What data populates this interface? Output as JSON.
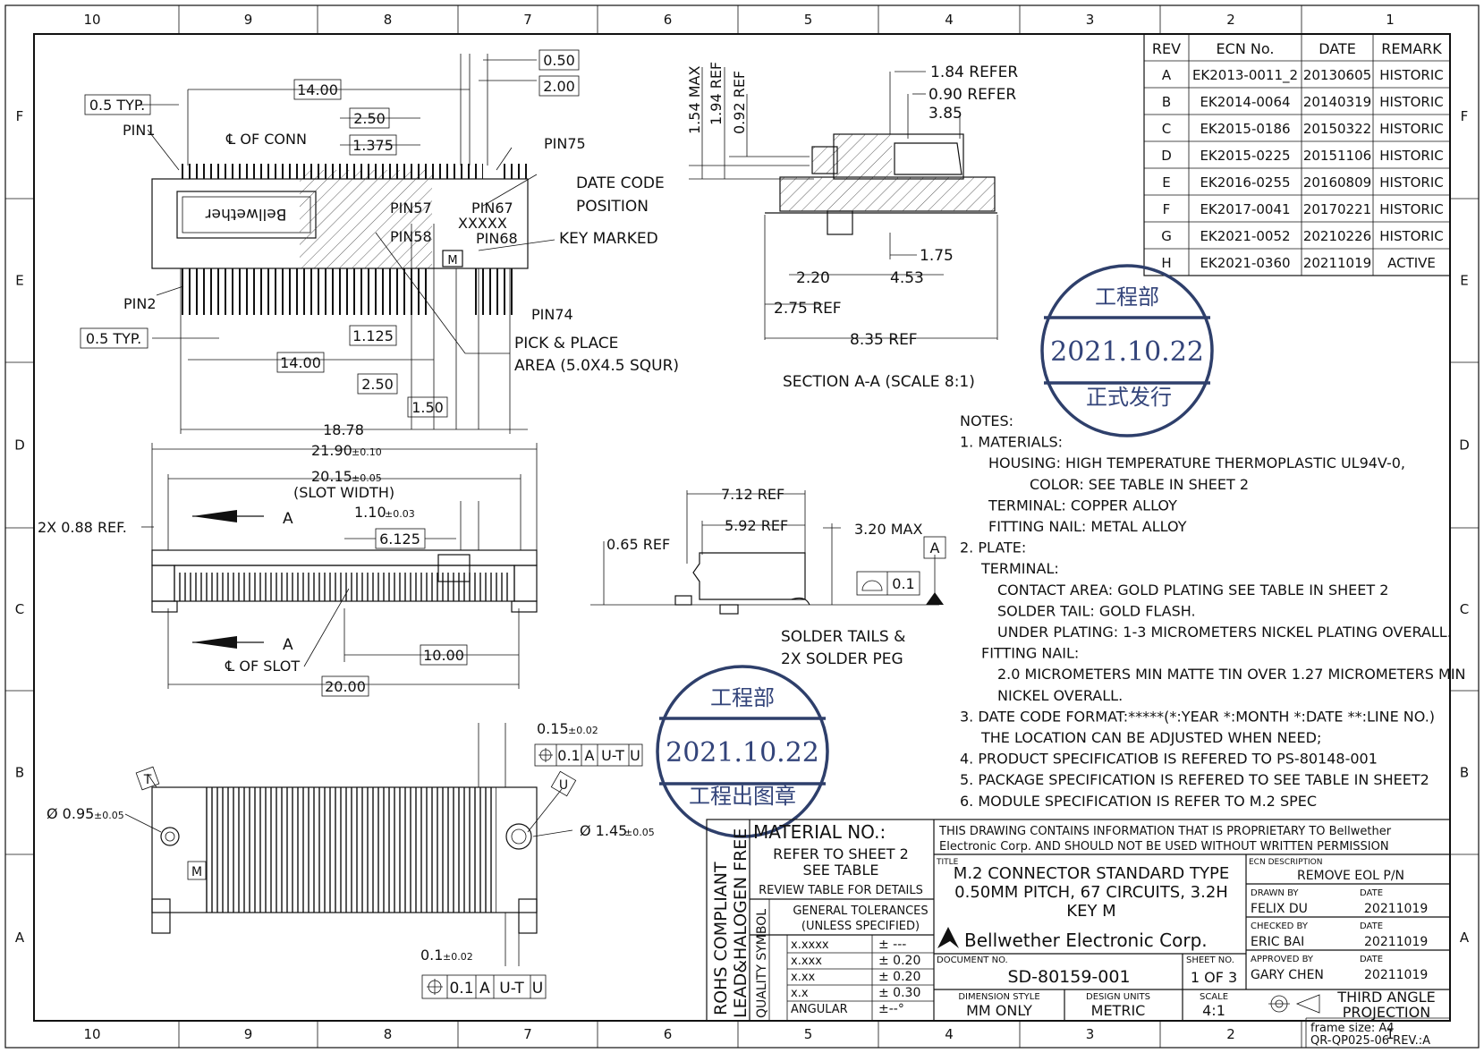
{
  "frame": {
    "col_labels": [
      "10",
      "9",
      "8",
      "7",
      "6",
      "5",
      "4",
      "3",
      "2",
      "1"
    ],
    "row_labels": [
      "F",
      "E",
      "D",
      "C",
      "B",
      "A"
    ]
  },
  "revisions": {
    "headers": [
      "REV",
      "ECN No.",
      "DATE",
      "REMARK"
    ],
    "rows": [
      [
        "A",
        "EK2013-0011_2",
        "20130605",
        "HISTORIC"
      ],
      [
        "B",
        "EK2014-0064",
        "20140319",
        "HISTORIC"
      ],
      [
        "C",
        "EK2015-0186",
        "20150322",
        "HISTORIC"
      ],
      [
        "D",
        "EK2015-0225",
        "20151106",
        "HISTORIC"
      ],
      [
        "E",
        "EK2016-0255",
        "20160809",
        "HISTORIC"
      ],
      [
        "F",
        "EK2017-0041",
        "20170221",
        "HISTORIC"
      ],
      [
        "G",
        "EK2021-0052",
        "20210226",
        "HISTORIC"
      ],
      [
        "H",
        "EK2021-0360",
        "20211019",
        "ACTIVE"
      ]
    ]
  },
  "stamps": [
    {
      "top": "工程部",
      "date": "2021.10.22",
      "bottom": "正式发行"
    },
    {
      "top": "工程部",
      "date": "2021.10.22",
      "bottom": "工程出图章"
    }
  ],
  "top_view": {
    "labels": {
      "typ1": "0.5 TYP.",
      "pin1": "PIN1",
      "c_conn": "℄ OF CONN",
      "d14": "14.00",
      "d250": "2.50",
      "d1375": "1.375",
      "d050": "0.50",
      "d200": "2.00",
      "pin75": "PIN75",
      "date_code1": "DATE CODE",
      "date_code2": "POSITION",
      "pin57": "PIN57",
      "pin67": "PIN67",
      "xxxxx": "XXXXX",
      "pin58": "PIN58",
      "pin68": "PIN68",
      "key_marked": "KEY MARKED",
      "pin2": "PIN2",
      "pin74": "PIN74",
      "typ2": "0.5 TYP.",
      "d1125": "1.125",
      "pick1": "PICK & PLACE",
      "pick2": "AREA (5.0X4.5 SQUR)",
      "d14b": "14.00",
      "d250b": "2.50",
      "d150": "1.50",
      "d1878": "18.78",
      "brand": "Bellwether"
    }
  },
  "section": {
    "labels": {
      "d154": "1.54 MAX",
      "d194": "1.94 REF",
      "d092": "0.92 REF",
      "d184": "1.84 REFER",
      "d090": "0.90 REFER",
      "d385": "3.85",
      "d175": "1.75",
      "d220": "2.20",
      "d453": "4.53",
      "d275": "2.75 REF",
      "d835": "8.35 REF",
      "caption": "SECTION A-A (SCALE 8:1)"
    }
  },
  "front_view": {
    "labels": {
      "d2190": "21.90",
      "tol010": "±0.10",
      "d2015": "20.15",
      "tol005": "±0.05",
      "slot": "(SLOT WIDTH)",
      "d088": "2X 0.88 REF.",
      "a1": "A",
      "d110": "1.10",
      "tol003": "±0.03",
      "d6125": "6.125",
      "a2": "A",
      "c_slot": "℄ OF SLOT",
      "d1000": "10.00",
      "d2000": "20.00"
    }
  },
  "side_view": {
    "labels": {
      "d712": "7.12 REF",
      "d592": "5.92 REF",
      "d065": "0.65 REF",
      "d320": "3.20 MAX",
      "datum_a": "A",
      "flat": "0.1",
      "tails1": "SOLDER TAILS &",
      "tails2": "2X SOLDER PEG"
    }
  },
  "bottom_view": {
    "labels": {
      "d015": "0.15",
      "tol002": "±0.02",
      "fcf1": [
        "0.1",
        "A",
        "U-T",
        "U"
      ],
      "t": "T",
      "u": "U",
      "d095": "Ø 0.95",
      "tol005": "±0.05",
      "d145": "Ø 1.45",
      "tol005b": "±0.05",
      "m": "M",
      "d01": "0.1",
      "tol002b": "±0.02",
      "fcf2": [
        "0.1",
        "A",
        "U-T",
        "U"
      ]
    }
  },
  "notes": [
    "NOTES:",
    "1. MATERIALS:",
    "HOUSING: HIGH TEMPERATURE THERMOPLASTIC UL94V-0,",
    "COLOR: SEE TABLE IN SHEET 2",
    "TERMINAL: COPPER ALLOY",
    "FITTING NAIL: METAL ALLOY",
    "2. PLATE:",
    "TERMINAL:",
    "CONTACT AREA: GOLD PLATING SEE TABLE IN SHEET 2",
    "SOLDER TAIL: GOLD FLASH.",
    "UNDER PLATING: 1-3 MICROMETERS NICKEL PLATING OVERALL.",
    "FITTING NAIL:",
    "2.0 MICROMETERS MIN MATTE TIN OVER 1.27 MICROMETERS MIN",
    "NICKEL OVERALL.",
    "3. DATE CODE FORMAT:*****(*:YEAR *:MONTH *:DATE **:LINE NO.)",
    "THE LOCATION CAN BE ADJUSTED WHEN NEED;",
    "4. PRODUCT SPECIFICATIOB IS REFERED TO PS-80148-001",
    "5. PACKAGE SPECIFICATION IS REFERED TO SEE TABLE IN SHEET2",
    "6. MODULE SPECIFICATION IS REFER TO M.2 SPEC"
  ],
  "title_block": {
    "rohs": "ROHS COMPLIANT",
    "halogen": "LEAD&HALOGEN FREE",
    "quality": "QUALITY SYMBOL",
    "material": "MATERIAL NO.:",
    "refer": "REFER TO SHEET 2",
    "see_table": "SEE TABLE",
    "review": "REVIEW TABLE FOR DETAILS",
    "gen_tol": "GENERAL TOLERANCES",
    "unless": "(UNLESS SPECIFIED)",
    "tolerances": [
      [
        "x.xxxx",
        "± ---"
      ],
      [
        "x.xxx",
        "± 0.20"
      ],
      [
        "x.xx",
        "± 0.20"
      ],
      [
        "x.x",
        "± 0.30"
      ],
      [
        "ANGULAR",
        "±--°"
      ]
    ],
    "proprietary1": "THIS DRAWING CONTAINS INFORMATION THAT IS PROPRIETARY TO Bellwether",
    "proprietary2": "Electronic Corp. AND SHOULD NOT BE USED WITHOUT WRITTEN PERMISSION",
    "title_label": "TITLE",
    "title1": "M.2 CONNECTOR STANDARD TYPE",
    "title2": "0.50MM PITCH, 67 CIRCUITS, 3.2H",
    "title3": "KEY M",
    "company": "Bellwether Electronic Corp.",
    "ecn_label": "ECN DESCRIPTION",
    "ecn_desc": "REMOVE EOL P/N",
    "drawn_label": "DRAWN BY",
    "drawn": "FELIX DU",
    "checked_label": "CHECKED BY",
    "checked": "ERIC BAI",
    "approved_label": "APPROVED BY",
    "approved": "GARY CHEN",
    "date_label": "DATE",
    "date1": "20211019",
    "date2": "20211019",
    "date3": "20211019",
    "doc_label": "DOCUMENT NO.",
    "doc": "SD-80159-001",
    "sheet_label": "SHEET NO.",
    "sheet": "1 OF 3",
    "dim_label": "DIMENSION STYLE",
    "dim": "MM ONLY",
    "units_label": "DESIGN UNITS",
    "units": "METRIC",
    "scale_label": "SCALE",
    "scale": "4:1",
    "projection1": "THIRD ANGLE",
    "projection2": "PROJECTION",
    "frame_size": "frame size: A4",
    "form": "QR-QP025-06 REV.:A"
  }
}
